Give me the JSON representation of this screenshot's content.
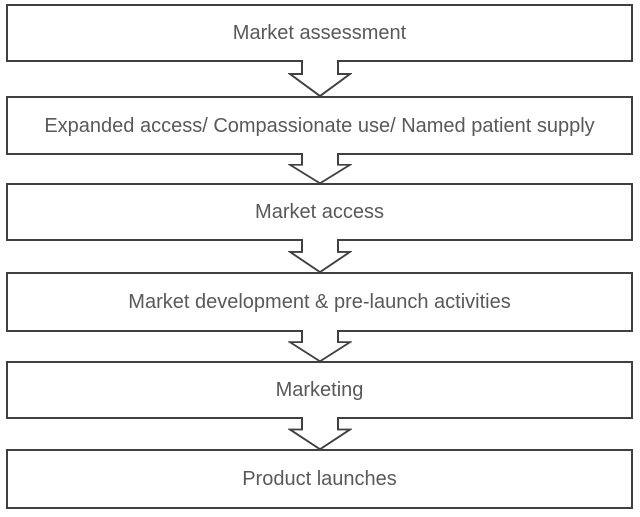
{
  "diagram": {
    "type": "vertical-flowchart",
    "steps": [
      {
        "label": "Market assessment"
      },
      {
        "label": "Expanded access/ Compassionate use/ Named patient supply"
      },
      {
        "label": "Market access"
      },
      {
        "label": "Market development & pre-launch activities"
      },
      {
        "label": "Marketing"
      },
      {
        "label": "Product launches"
      }
    ],
    "connector": {
      "shape": "down-arrow",
      "fill": "#ffffff",
      "stroke": "#404040"
    },
    "colors": {
      "box_border": "#404040",
      "box_fill": "#ffffff",
      "text": "#595959",
      "background": "#ffffff"
    }
  }
}
